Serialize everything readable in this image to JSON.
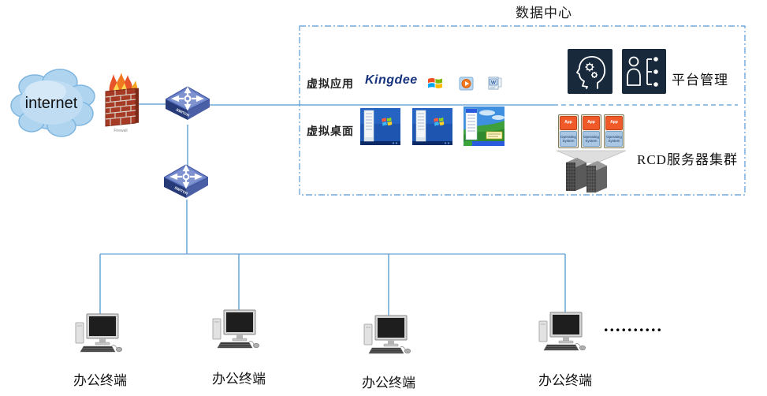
{
  "datacenter": {
    "title": "数据中心",
    "virtual_app_label": "虚拟应用",
    "virtual_desktop_label": "虚拟桌面",
    "platform_label": "平台管理",
    "rcd_label": "RCD服务器集群",
    "kingdee_label": "Kingdee",
    "app_icons": [
      "kingdee-logo",
      "windows-logo",
      "media-player-icon",
      "word-document-icon"
    ],
    "desktop_thumbs": [
      "windows7-desktop",
      "windows7-desktop",
      "windowsxp-desktop"
    ],
    "server_card": {
      "top": "App",
      "bottom": "Operating System"
    }
  },
  "network": {
    "internet_label": "internet",
    "firewall_label": "Firewall",
    "switch_label": "SWITCH"
  },
  "terminals": {
    "items": [
      {
        "label": "办公终端"
      },
      {
        "label": "办公终端"
      },
      {
        "label": "办公终端"
      },
      {
        "label": "办公终端"
      }
    ],
    "ellipsis": ".........."
  },
  "colors": {
    "line_blue": "#5b9bd5",
    "box_border_blue": "#5b9bd5",
    "icon_dark_navy": "#18293c",
    "card_orange": "#f05a28",
    "card_blue": "#a9c7e2",
    "kingdee_navy": "#17337e"
  }
}
